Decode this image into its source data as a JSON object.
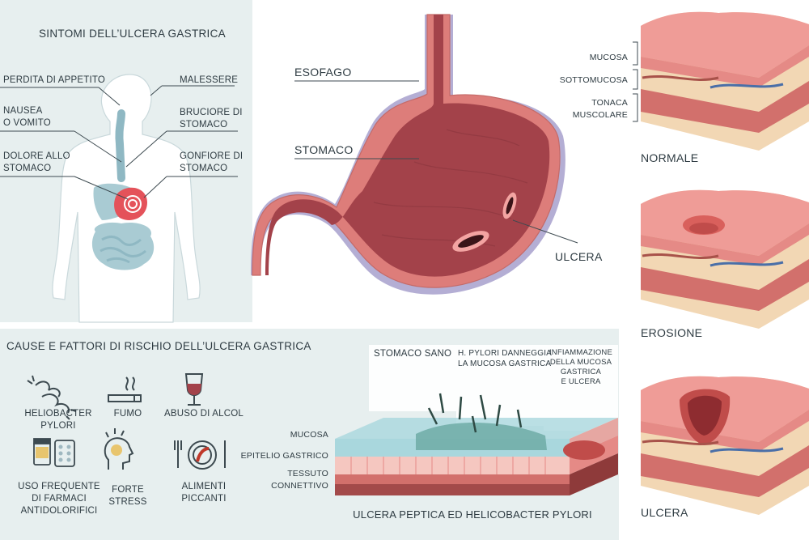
{
  "symptoms": {
    "title": "SINTOMI DELL’ULCERA GASTRICA",
    "left": [
      "PERDITA DI APPETITO",
      "NAUSEA\nO VOMITO",
      "DOLORE ALLO\nSTOMACO"
    ],
    "right": [
      "MALESSERE",
      "BRUCIORE DI\nSTOMACO",
      "GONFIORE DI\nSTOMACO"
    ]
  },
  "stomach": {
    "esofago": "ESOFAGO",
    "stomaco": "STOMACO",
    "ulcera": "ULCERA"
  },
  "layers": {
    "mucosa": "MUCOSA",
    "sottomucosa": "SOTTOMUCOSA",
    "tonaca": "TONACA\nMUSCOLARE",
    "stages": [
      "NORMALE",
      "EROSIONE",
      "ULCERA"
    ]
  },
  "causes": {
    "title": "CAUSE E FATTORI DI RISCHIO DELL’ULCERA GASTRICA",
    "items": [
      {
        "label": "HELIOBACTER\nPYLORI",
        "icon": "bacteria-icon"
      },
      {
        "label": "FUMO",
        "icon": "cigarette-icon"
      },
      {
        "label": "ABUSO DI ALCOL",
        "icon": "wine-glass-icon"
      },
      {
        "label": "USO FREQUENTE\nDI FARMACI\nANTIDOLORIFICI",
        "icon": "pills-icon"
      },
      {
        "label": "FORTE\nSTRESS",
        "icon": "stressed-head-icon"
      },
      {
        "label": "ALIMENTI\nPICCANTI",
        "icon": "chili-plate-icon"
      }
    ]
  },
  "pylori": {
    "headers": [
      "STOMACO SANO",
      "H. PYLORI DANNEGGIA\nLA MUCOSA GASTRICA",
      "INFIAMMAZIONE\nDELLA MUCOSA\nGASTRICA\nE ULCERA"
    ],
    "mucosa": "MUCOSA",
    "epitelio": "EPITELIO GASTRICO",
    "tessuto": "TESSUTO\nCONNETTIVO",
    "caption": "ULCERA PEPTICA ED HELICOBACTER PYLORI"
  },
  "colors": {
    "panel": "#e7efef",
    "stomach": "#a3424a",
    "body": "#ffffff",
    "tissue": "#e58a86",
    "vein": "#4a6fa8"
  }
}
